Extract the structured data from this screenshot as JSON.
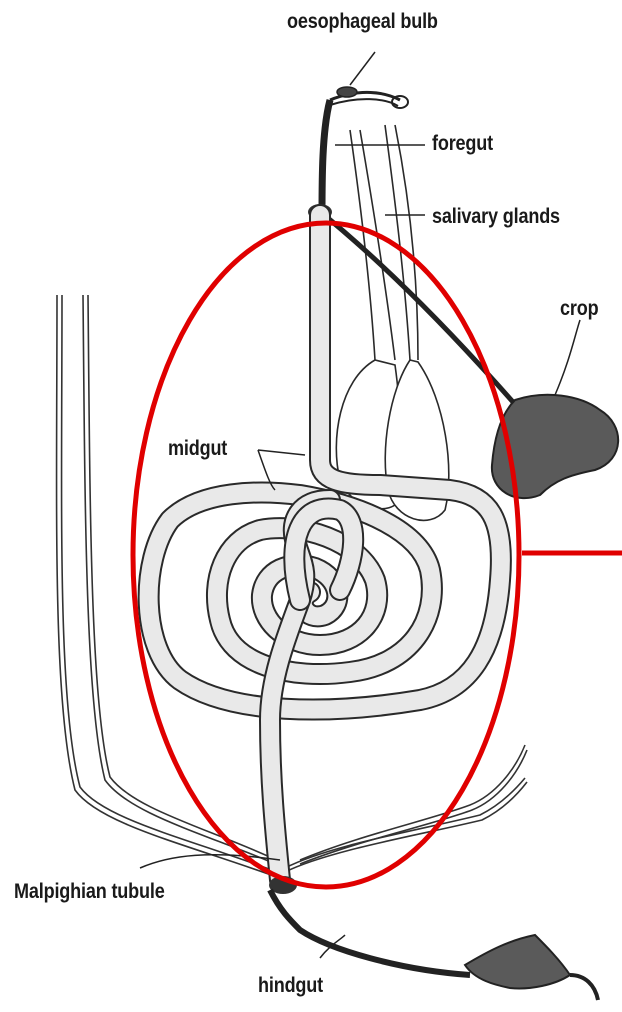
{
  "labels": {
    "oesophageal_bulb": "oesophageal bulb",
    "foregut": "foregut",
    "salivary_glands": "salivary glands",
    "crop": "crop",
    "midgut": "midgut",
    "malpighian_tubule": "Malpighian tubule",
    "hindgut": "hindgut"
  },
  "colors": {
    "highlight": "#e00000",
    "gut_fill": "#e9e9e9",
    "gut_outline": "#2a2a2a",
    "organ_fill": "#5a5a5a"
  }
}
